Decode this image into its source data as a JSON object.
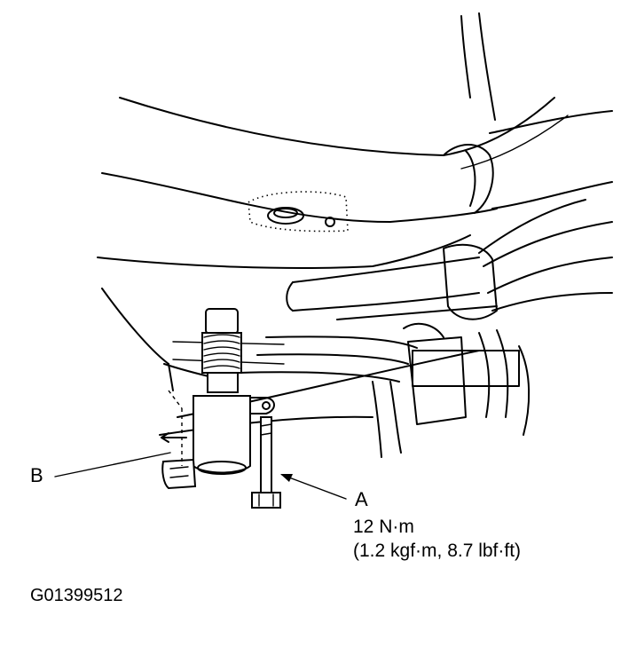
{
  "callouts": {
    "a": "A",
    "b": "B"
  },
  "torque_spec": {
    "line1": "12 N·m",
    "line2": "(1.2 kgf·m, 8.7 lbf·ft)"
  },
  "figure_id": "G01399512"
}
